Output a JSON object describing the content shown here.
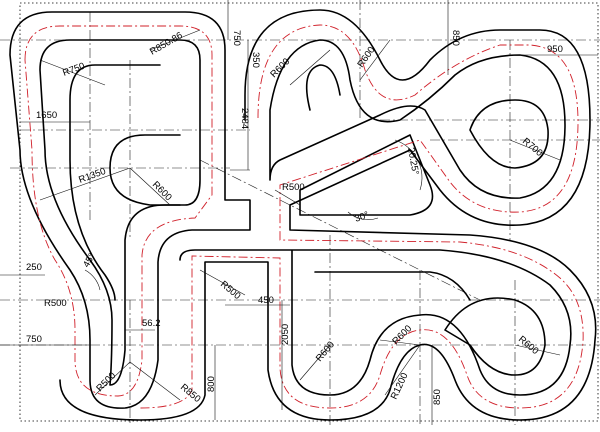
{
  "dimensions": {
    "r750": "R750",
    "r850_86": "R850.86",
    "d750_top": "750",
    "d350": "350",
    "r600_top_a": "R600",
    "r600_top_b": "R600",
    "d850_top": "850",
    "d950": "950",
    "d1650": "1650",
    "d2484": "2484",
    "r700": "R700",
    "r1350": "R1350",
    "r600_inner": "R600",
    "angle_2025": "20.25°",
    "r500_mid": "R500",
    "angle_30": "30°",
    "d250": "250",
    "angle_45": "45°",
    "r500_left": "R500",
    "r500_center": "R500",
    "d450": "450",
    "d750_left": "750",
    "d56_2": "56.2",
    "d2050": "2050",
    "r600_b1": "R600",
    "r600_b2": "R600",
    "r600_b3": "R600",
    "r500_bottom": "R500",
    "r850_bottom": "R850",
    "d800": "800",
    "r1200": "R1200",
    "d850_bottom": "850"
  }
}
